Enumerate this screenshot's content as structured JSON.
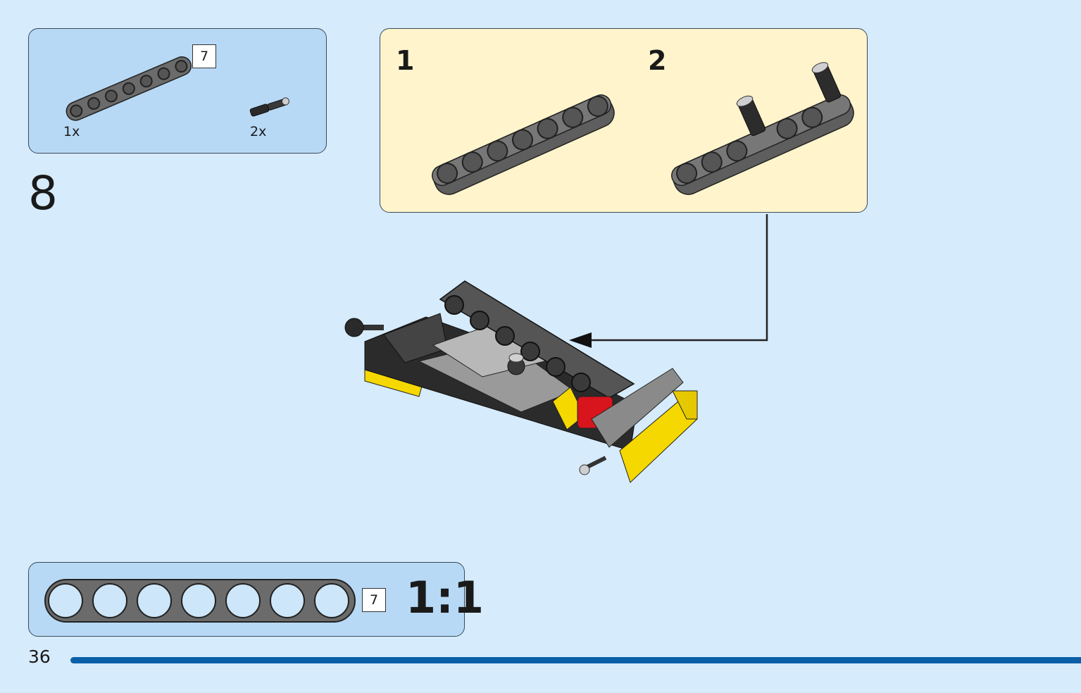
{
  "parts_list": {
    "items": [
      {
        "part": "beam-7-module",
        "length_tag": "7",
        "quantity": "1x"
      },
      {
        "part": "axle-pin",
        "quantity": "2x"
      }
    ]
  },
  "step": {
    "number": "8"
  },
  "sub_assembly": {
    "steps": [
      {
        "number": "1"
      },
      {
        "number": "2"
      }
    ]
  },
  "scale_check": {
    "length_tag": "7",
    "label": "1:1"
  },
  "footer": {
    "page_number": "36"
  },
  "colors": {
    "background": "#d6ebfb",
    "parts_panel": "#b7d9f5",
    "sub_panel": "#fff4cc",
    "beam_gray": "#6b6b6b",
    "brick_yellow": "#f5d800",
    "brick_red": "#d8141c",
    "accent_blue": "#0b5fa8"
  }
}
